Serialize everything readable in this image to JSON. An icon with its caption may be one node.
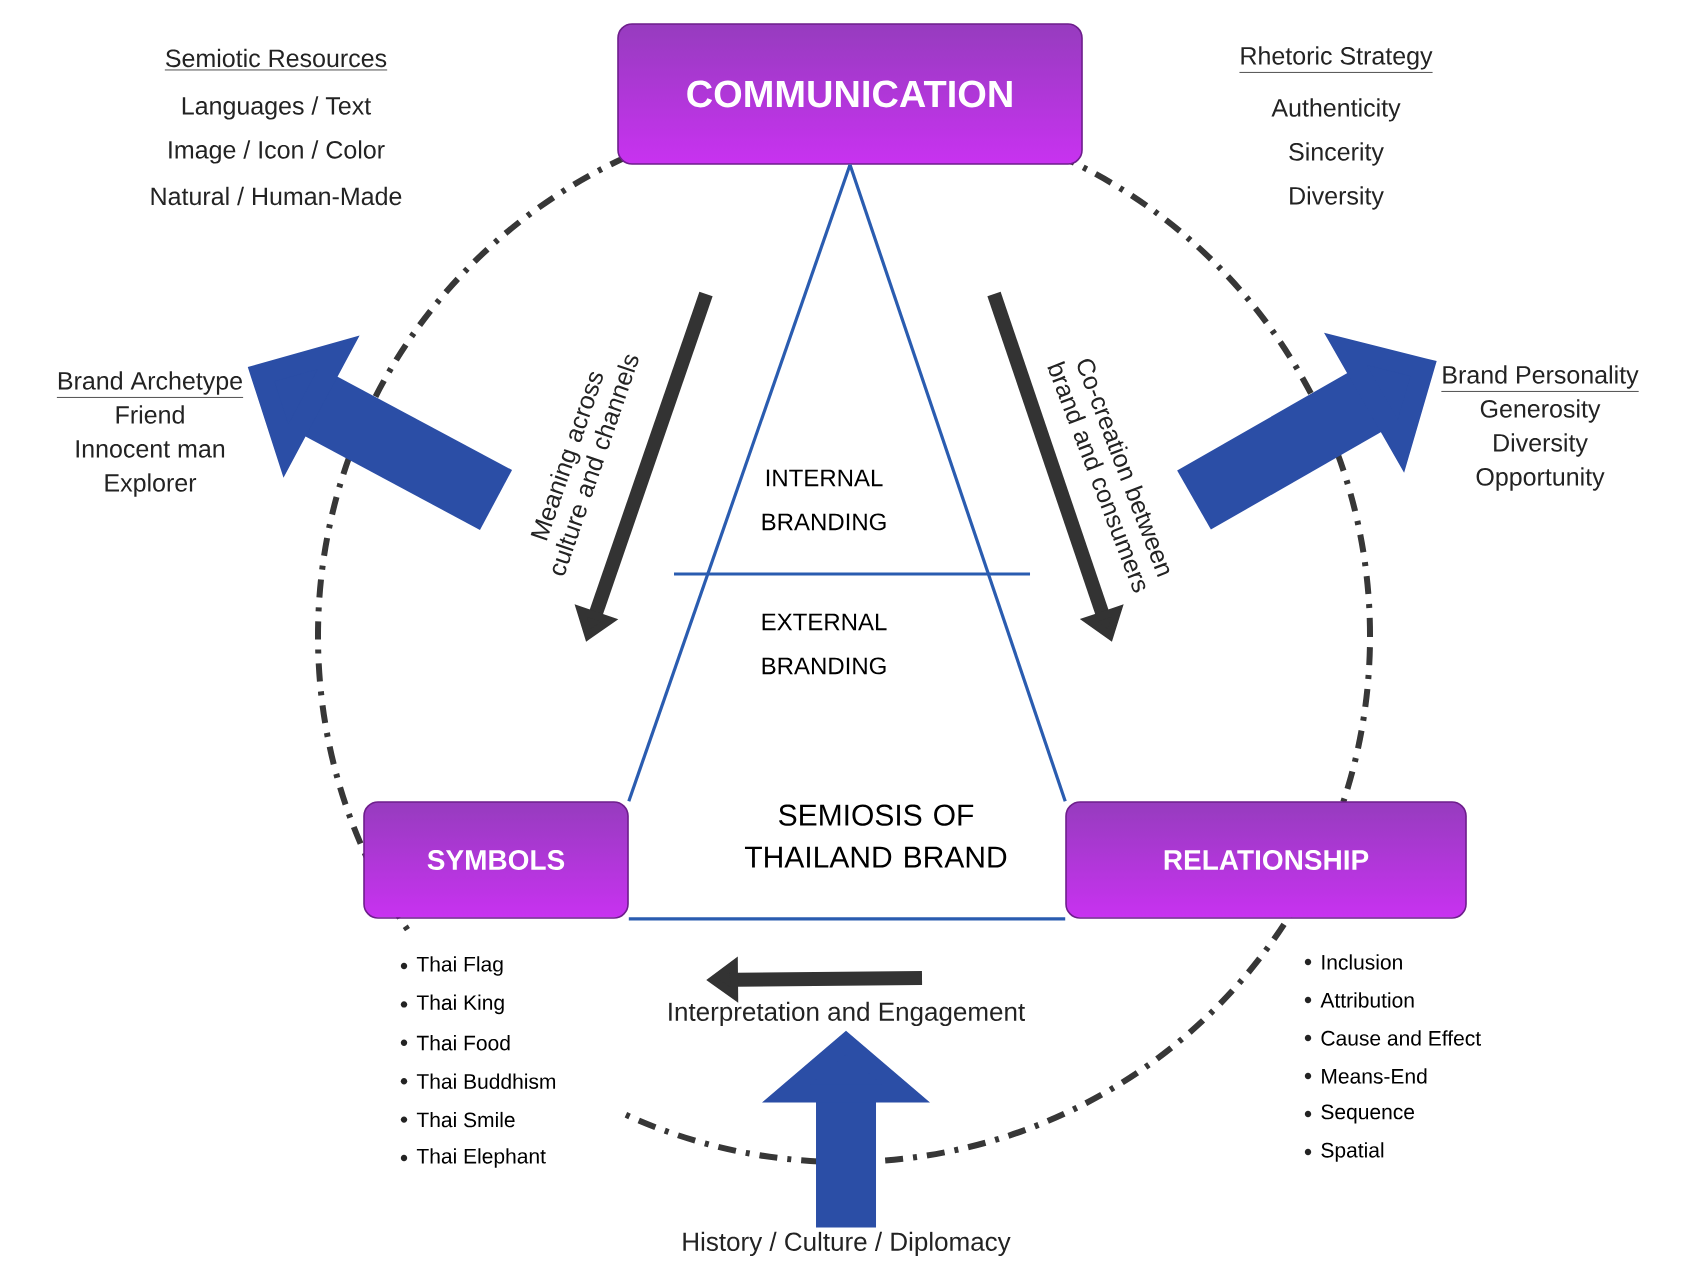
{
  "diagram": {
    "nodes": [
      {
        "text": [
          "COMMUNICATION"
        ]
      },
      {
        "text": [
          "SYMBOLS"
        ]
      },
      {
        "text": [
          "RELATIONSHIP"
        ]
      },
      {
        "text": [
          "Brand Archetype",
          "Friend",
          "Innocent man",
          "Explorer"
        ]
      },
      {
        "text": [
          "Brand Personality",
          "Generosity",
          "Diversity",
          "Opportunity"
        ]
      },
      {
        "text": [
          "History / Culture / Diplomacy"
        ]
      },
      {
        "text": [
          "Interpretation and Engagement"
        ]
      }
    ],
    "edges": [
      {
        "from": 0,
        "to": 1,
        "arrow": "none"
      },
      {
        "from": 0,
        "to": 2,
        "arrow": "none"
      },
      {
        "from": 1,
        "to": 2,
        "arrow": "none"
      },
      {
        "from": null,
        "to": 3,
        "arrow": "to",
        "style": "thick"
      },
      {
        "from": null,
        "to": 4,
        "arrow": "to",
        "style": "thick"
      },
      {
        "from": 5,
        "to": 6,
        "arrow": "to",
        "style": "thick"
      }
    ],
    "labels": [
      "Semiotic Resources",
      "Languages / Text",
      "Image / Icon / Color",
      "Natural / Human-Made",
      "Rhetoric Strategy",
      "Authenticity",
      "Sincerity",
      "Diversity",
      "Meaning across culture and channels",
      "Co-creation between brand and consumers",
      "INTERNAL BRANDING",
      "EXTERNAL BRANDING",
      "SEMIOSIS OF THAILAND BRAND",
      "Thai Flag",
      "Thai King",
      "Thai Food",
      "Thai Buddhism",
      "Thai Smile",
      "Thai Elephant",
      "Inclusion",
      "Attribution",
      "Cause and Effect",
      "Means-End",
      "Sequence",
      "Spatial"
    ]
  }
}
